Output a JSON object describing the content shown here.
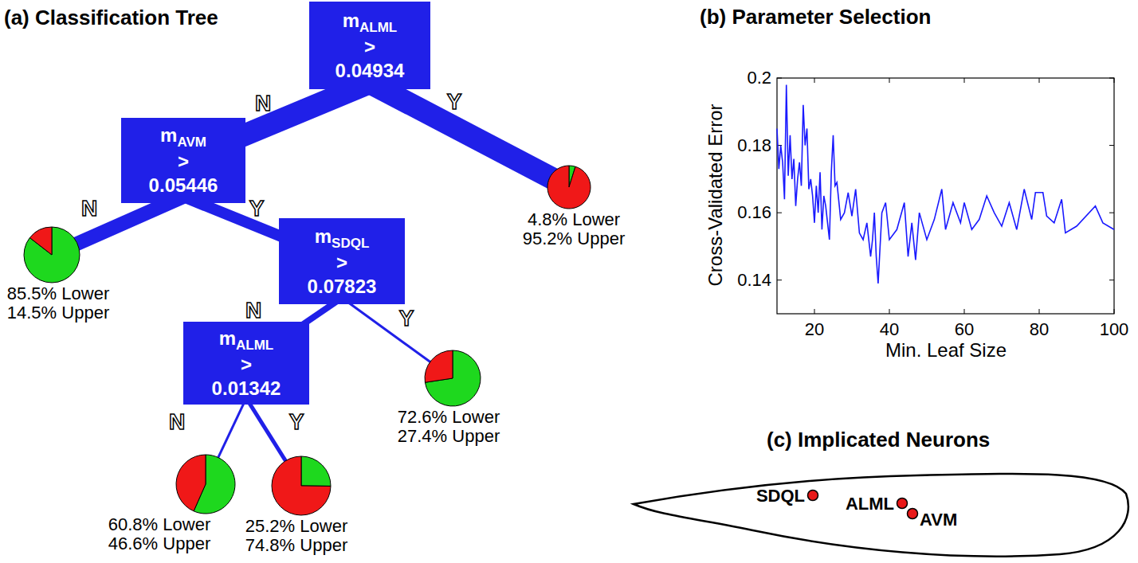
{
  "diagram": {
    "nodes": [
      {
        "text": [
          "m",
          "ALML",
          ">",
          "0.04934"
        ]
      },
      {
        "text": [
          "m",
          "AVM",
          ">",
          "0.05446"
        ]
      },
      {
        "text": [
          "4.8% Lower",
          "95.2% Upper"
        ]
      },
      {
        "text": [
          "85.5% Lower",
          "14.5% Upper"
        ]
      },
      {
        "text": [
          "m",
          "SDQL",
          ">",
          "0.07823"
        ]
      },
      {
        "text": [
          "72.6% Lower",
          "27.4% Upper"
        ]
      },
      {
        "text": [
          "m",
          "ALML",
          ">",
          "0.01342"
        ]
      },
      {
        "text": [
          "60.8% Lower",
          "46.6% Upper"
        ]
      },
      {
        "text": [
          "25.2% Lower",
          "74.8% Upper"
        ]
      }
    ],
    "edges": [
      {
        "from": 0,
        "to": 1,
        "label": "N",
        "arrow": "none"
      },
      {
        "from": 0,
        "to": 2,
        "label": "Y",
        "arrow": "none"
      },
      {
        "from": 1,
        "to": 3,
        "label": "N",
        "arrow": "none"
      },
      {
        "from": 1,
        "to": 4,
        "label": "Y",
        "arrow": "none"
      },
      {
        "from": 4,
        "to": 6,
        "label": "N",
        "arrow": "none"
      },
      {
        "from": 4,
        "to": 5,
        "label": "Y",
        "arrow": "none"
      },
      {
        "from": 6,
        "to": 7,
        "label": "N",
        "arrow": "none"
      },
      {
        "from": 6,
        "to": 8,
        "label": "Y",
        "arrow": "none"
      }
    ],
    "labels": [
      "(a) Classification Tree",
      "(b) Parameter Selection",
      "(c) Implicated Neurons",
      "0.2",
      "0.18",
      "0.16",
      "0.14",
      "20",
      "40",
      "60",
      "80",
      "100",
      "Cross-Validated Error",
      "Min. Leaf Size",
      "SDQL",
      "ALML",
      "AVM"
    ]
  }
}
